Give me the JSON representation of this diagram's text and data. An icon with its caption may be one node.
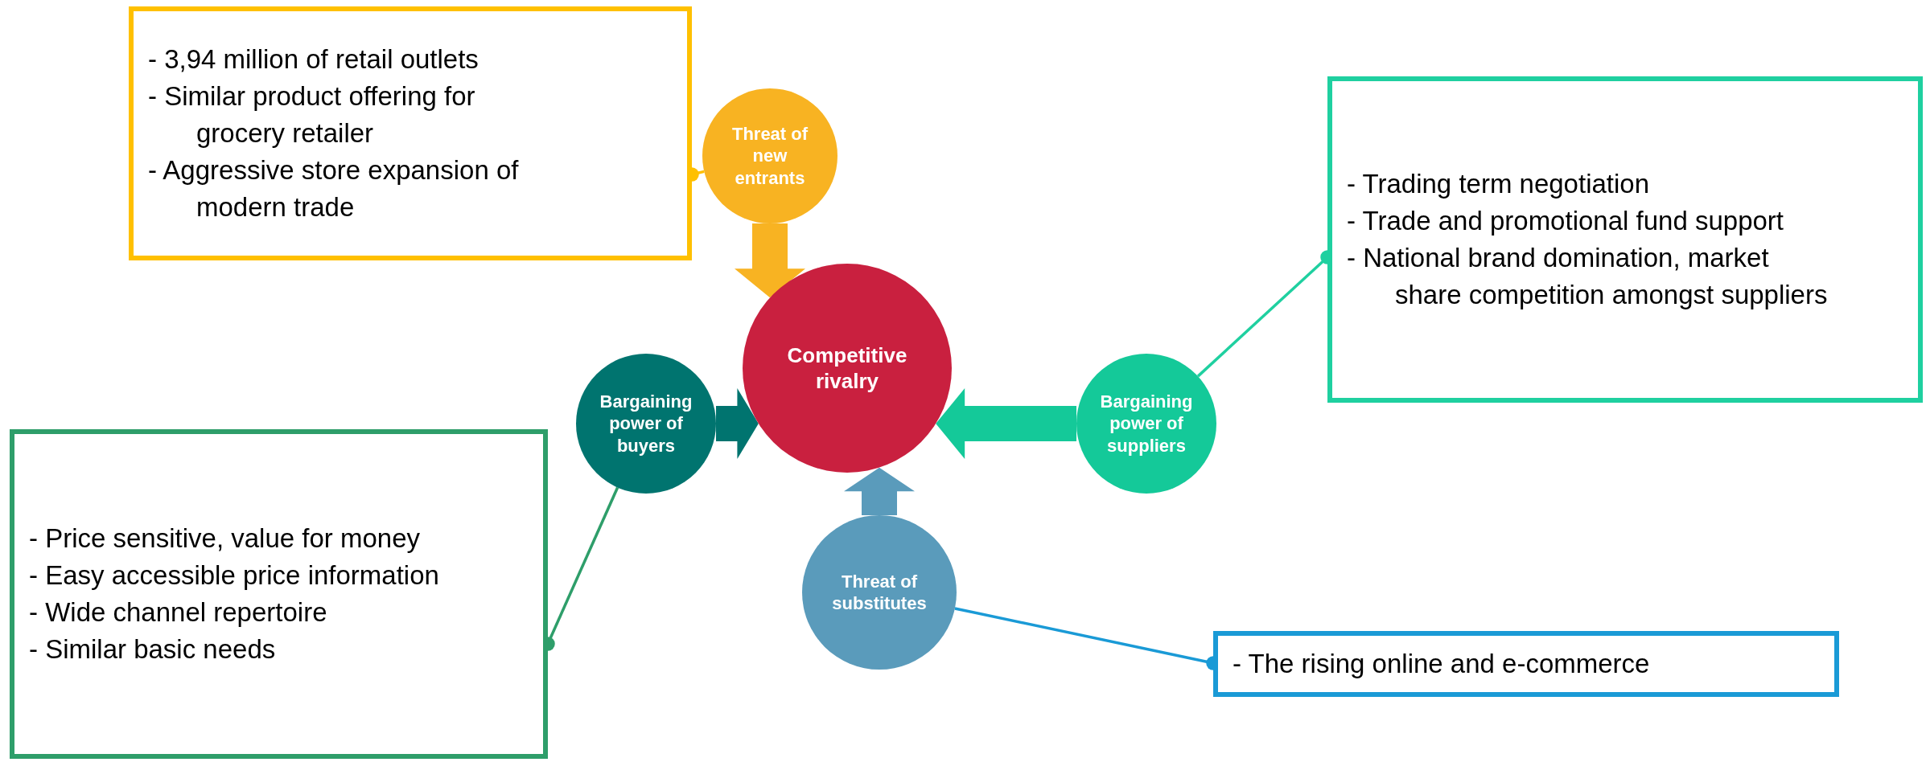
{
  "diagram": {
    "nodes": [
      {
        "text": [
          "- 3,94 million of retail outlets",
          "- Similar product offering for grocery retailer",
          "- Aggressive store expansion of modern trade"
        ]
      },
      {
        "text": [
          "Threat of new entrants"
        ]
      },
      {
        "text": [
          "- Trading term negotiation",
          "- Trade and promotional fund support",
          "- National brand domination, market share competition amongst suppliers"
        ]
      },
      {
        "text": [
          "Bargaining power of buyers"
        ]
      },
      {
        "text": [
          "Competitive rivalry"
        ]
      },
      {
        "text": [
          "Bargaining power of suppliers"
        ]
      },
      {
        "text": [
          "- Price sensitive, value for money",
          "- Easy accessible price information",
          "- Wide channel repertoire",
          "- Similar basic needs"
        ]
      },
      {
        "text": [
          "Threat of substitutes"
        ]
      },
      {
        "text": [
          "- The rising online and e-commerce"
        ]
      }
    ],
    "edges": [
      {
        "from": 1,
        "to": 0,
        "arrow": "other",
        "color": "#ffc000"
      },
      {
        "from": 1,
        "to": 4,
        "arrow": "to",
        "style": "thick",
        "color": "#f8b322"
      },
      {
        "from": 3,
        "to": 4,
        "arrow": "to",
        "style": "thick",
        "color": "#00746f"
      },
      {
        "from": 5,
        "to": 4,
        "arrow": "to",
        "style": "thick",
        "color": "#14c999"
      },
      {
        "from": 7,
        "to": 4,
        "arrow": "to",
        "style": "thick",
        "color": "#5a9bbb"
      },
      {
        "from": 5,
        "to": 2,
        "arrow": "other",
        "color": "#1fd0a0"
      },
      {
        "from": 3,
        "to": 6,
        "arrow": "other",
        "color": "#2e9e6a"
      },
      {
        "from": 7,
        "to": 8,
        "arrow": "other",
        "color": "#1a9ad6"
      }
    ]
  }
}
